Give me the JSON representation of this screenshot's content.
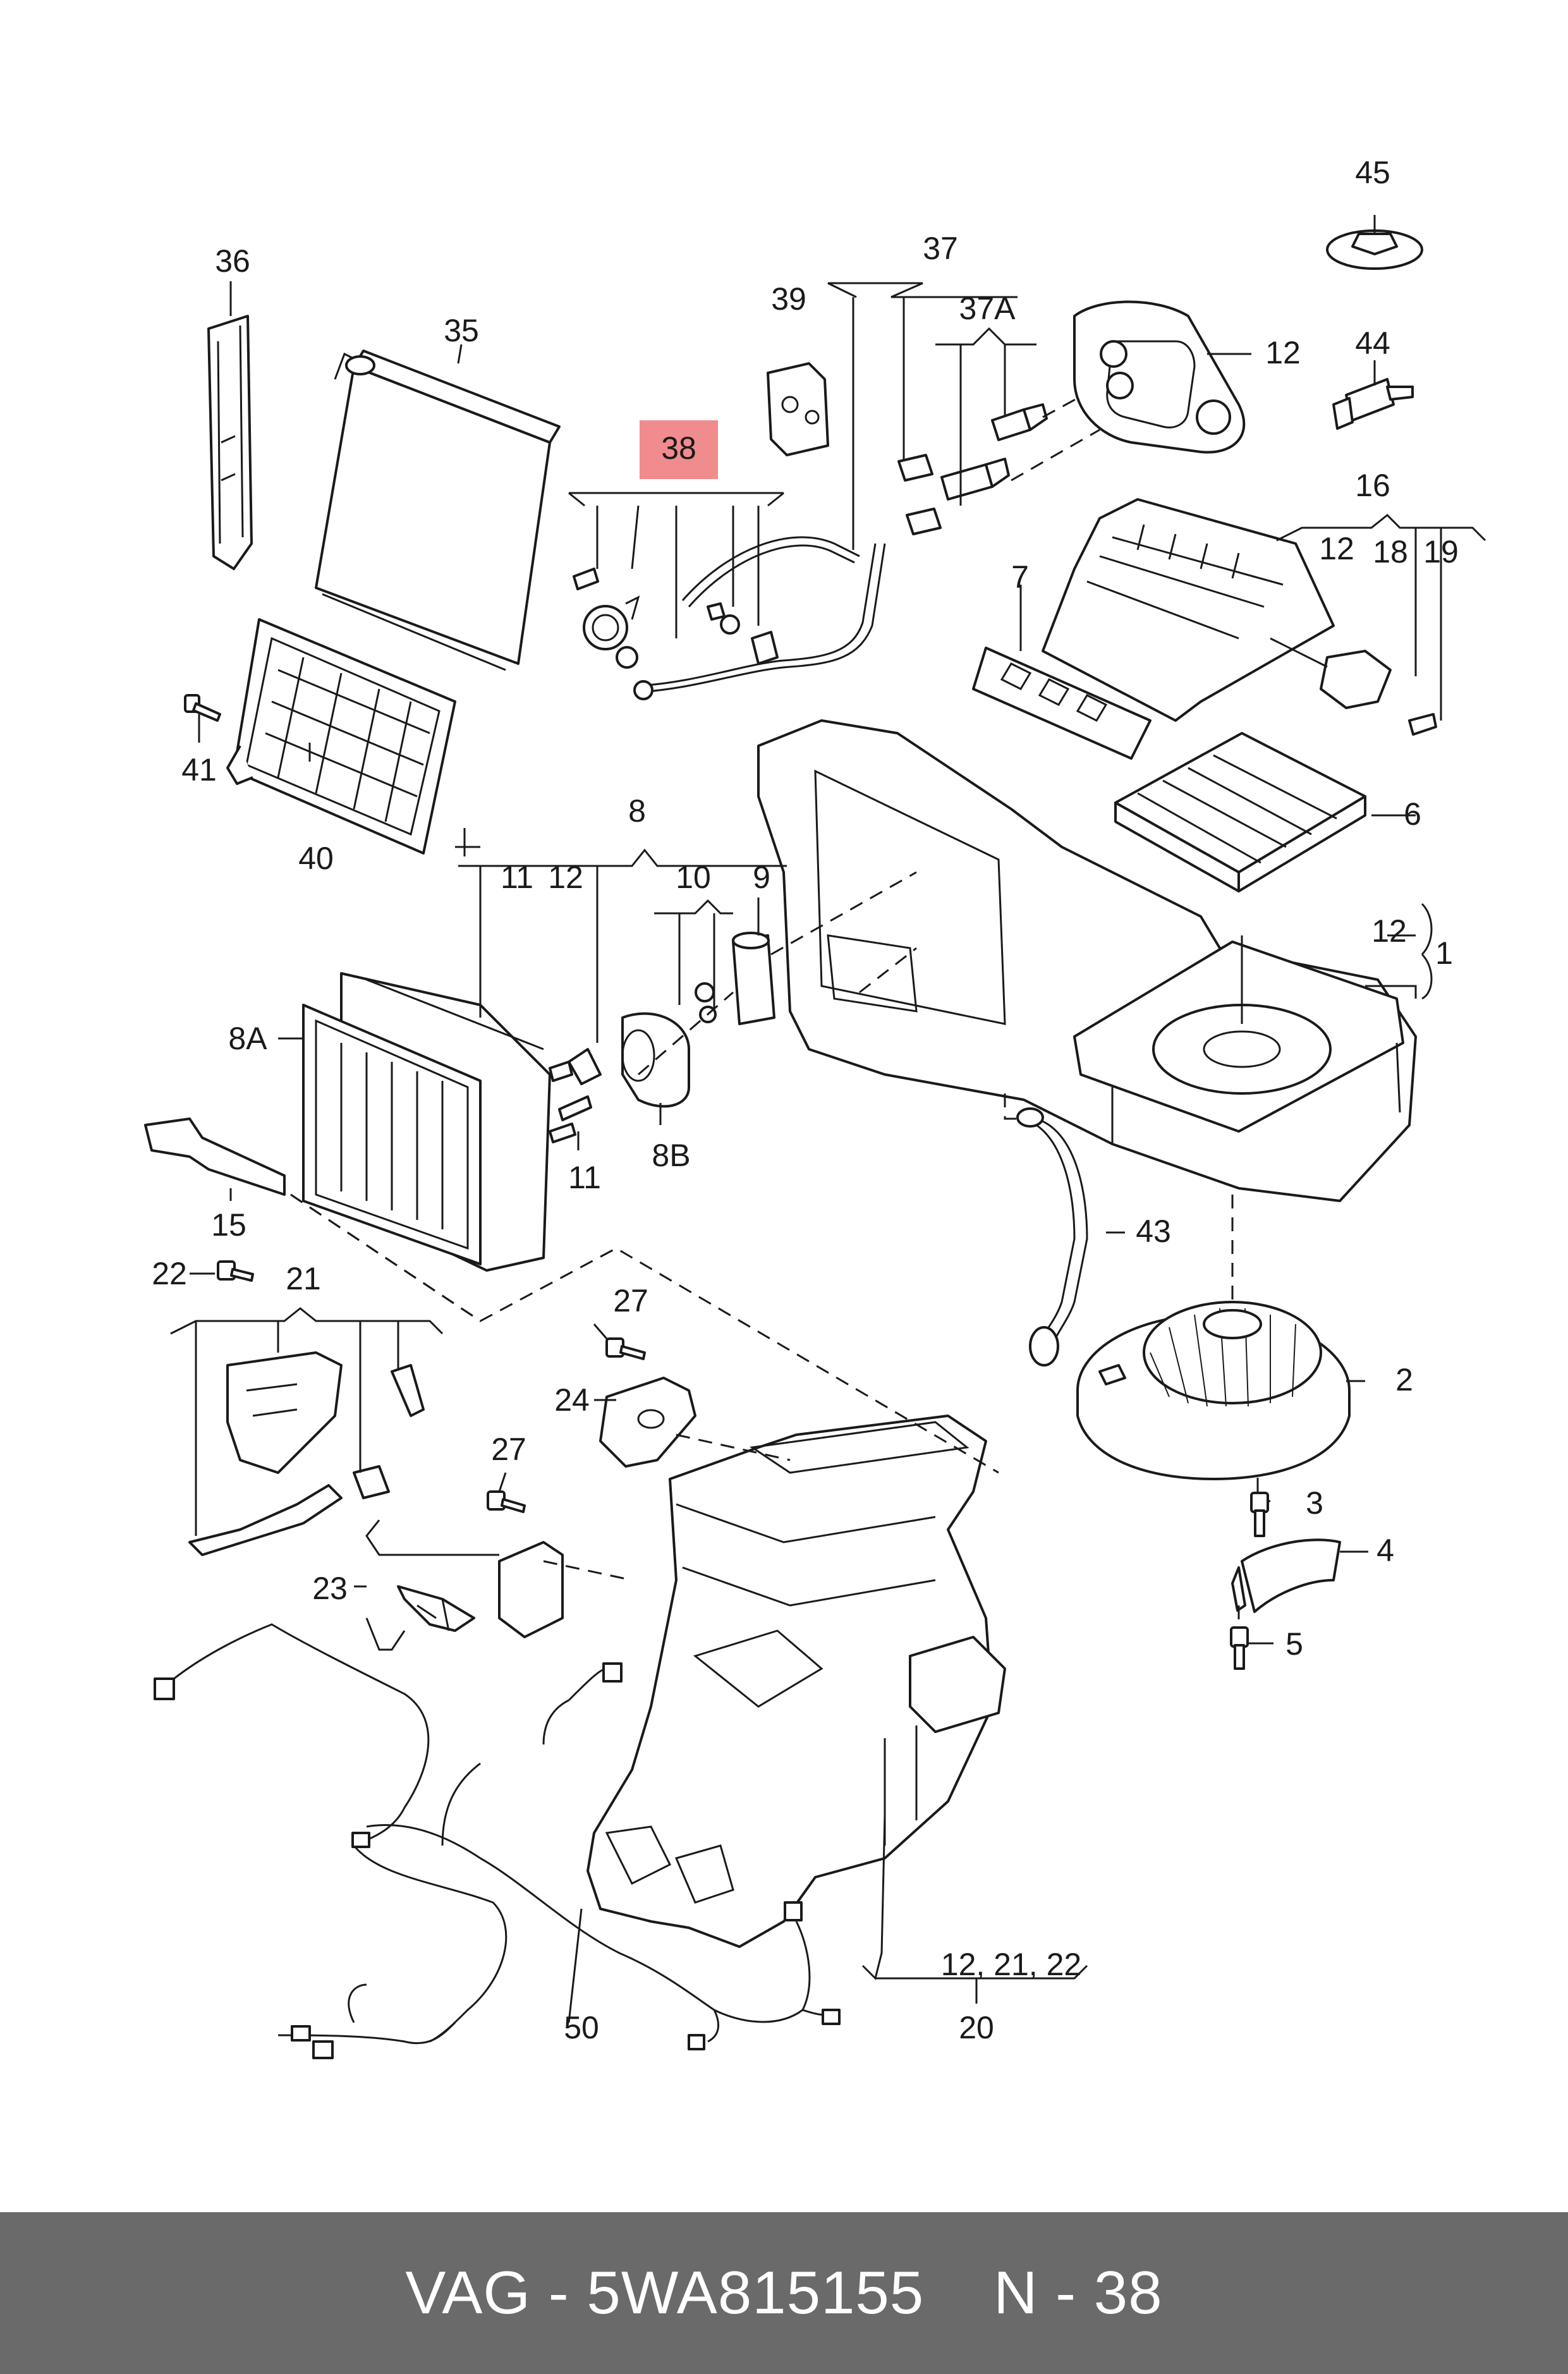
{
  "callouts": {
    "c1": "1",
    "c2": "2",
    "c3": "3",
    "c4": "4",
    "c5": "5",
    "c6": "6",
    "c7": "7",
    "c8": "8",
    "c8A": "8A",
    "c8B": "8B",
    "c9": "9",
    "c10": "10",
    "c11a": "11",
    "c11b": "11",
    "c12a": "12",
    "c12b": "12",
    "c12c": "12",
    "c12d": "12",
    "c15": "15",
    "c16": "16",
    "c18": "18",
    "c19": "19",
    "c20": "20",
    "c21": "21",
    "c22": "22",
    "c23": "23",
    "c24": "24",
    "c27a": "27",
    "c27b": "27",
    "c35": "35",
    "c36": "36",
    "c37": "37",
    "c37A": "37A",
    "c38": "38",
    "c39": "39",
    "c40": "40",
    "c41": "41",
    "c43": "43",
    "c44": "44",
    "c45": "45",
    "c50": "50",
    "c122122": "12, 21, 22"
  },
  "highlight_color": "#f08b8e",
  "footer": {
    "brand": "VAG - 5WA815155",
    "ref": "N - 38"
  }
}
